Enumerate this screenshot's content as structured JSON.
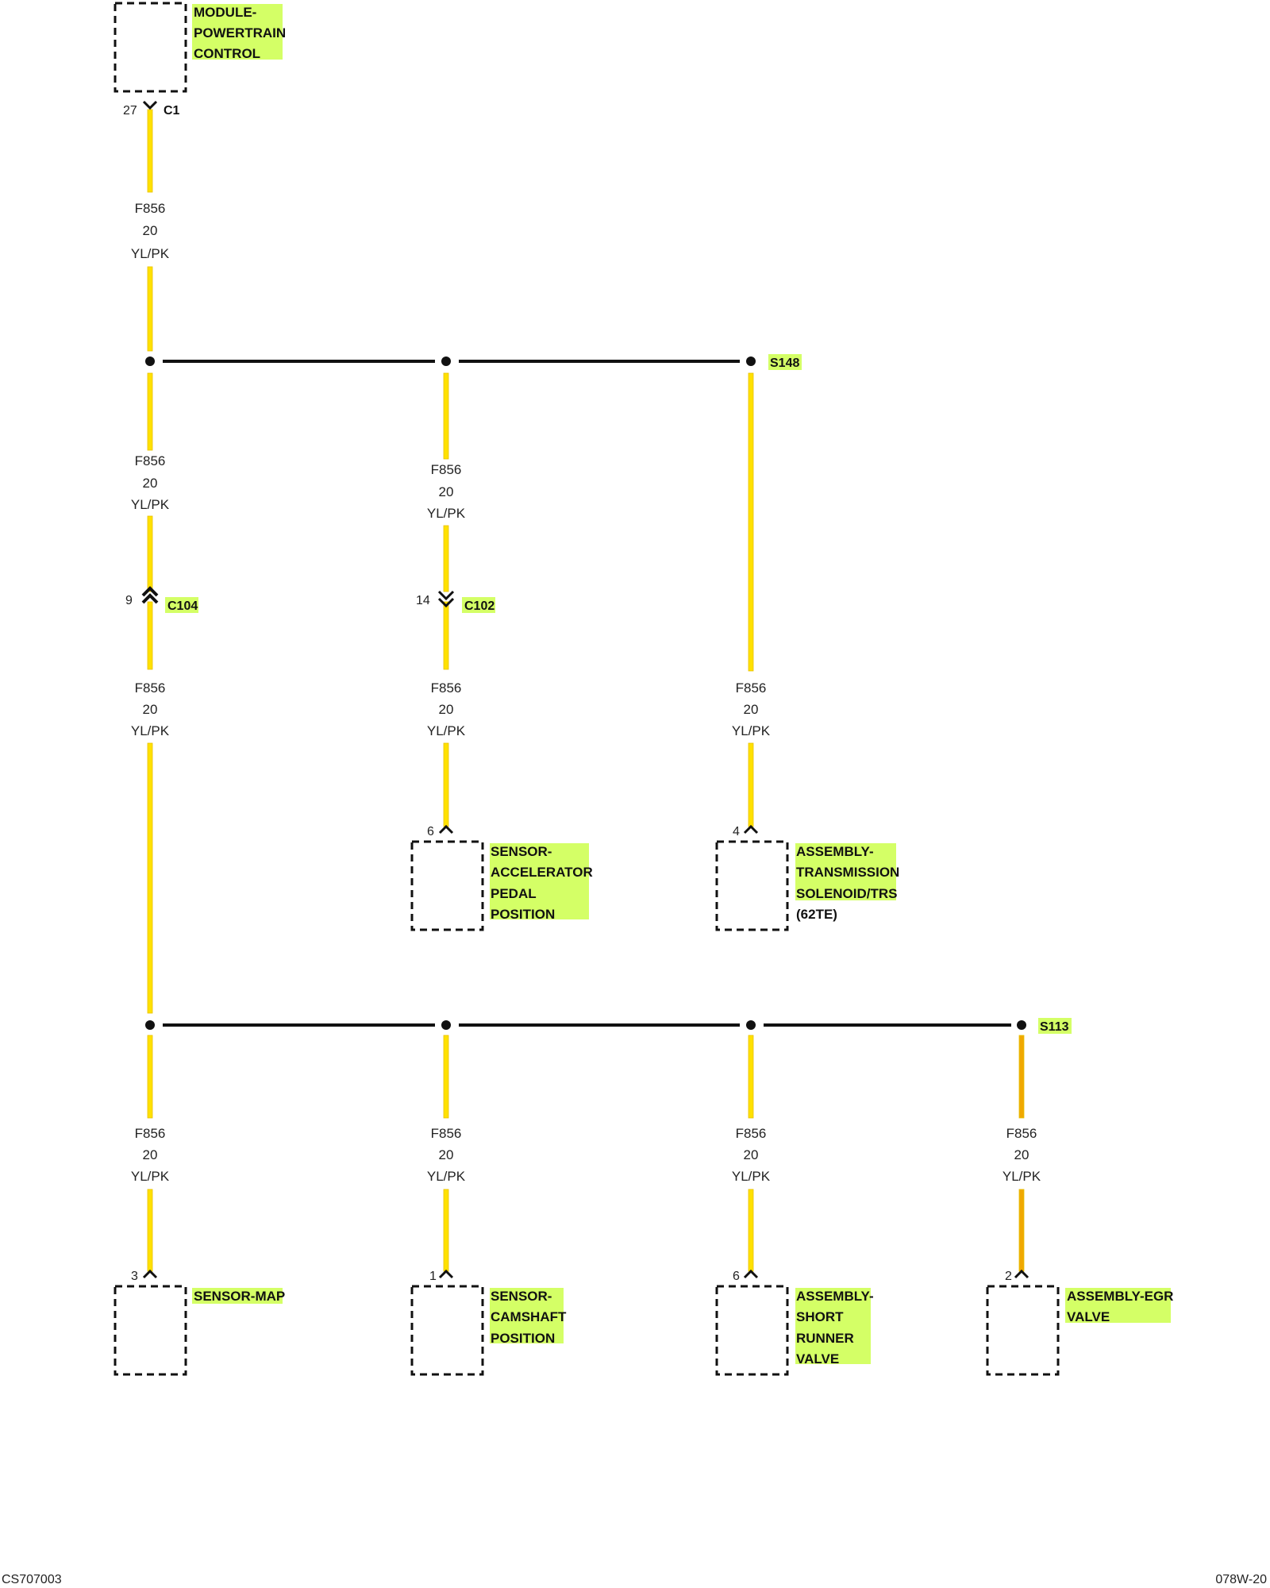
{
  "colors": {
    "wire": "#ffe100",
    "wire_edge": "#e8c000",
    "egr_wire_core": "#f0a800",
    "highlight": "#d4ff66",
    "bus": "#111111",
    "box": "#111111"
  },
  "modules": {
    "pcm": {
      "lines": [
        "MODULE-",
        "POWERTRAIN",
        "CONTROL"
      ],
      "pin": "27",
      "connector": "C1"
    },
    "app": {
      "lines": [
        "SENSOR-",
        "ACCELERATOR",
        "PEDAL",
        "POSITION"
      ],
      "pin": "6"
    },
    "trs": {
      "lines": [
        "ASSEMBLY-",
        "TRANSMISSION",
        "SOLENOID/TRS"
      ],
      "extra": "(62TE)",
      "pin": "4"
    },
    "map": {
      "lines": [
        "SENSOR-MAP"
      ],
      "pin": "3"
    },
    "cmp": {
      "lines": [
        "SENSOR-",
        "CAMSHAFT",
        "POSITION"
      ],
      "pin": "1"
    },
    "srv": {
      "lines": [
        "ASSEMBLY-",
        "SHORT",
        "RUNNER",
        "VALVE"
      ],
      "pin": "6"
    },
    "egr": {
      "lines": [
        "ASSEMBLY-EGR",
        "VALVE"
      ],
      "pin": "2"
    }
  },
  "wire": {
    "circuit": "F856",
    "gauge": "20",
    "color": "YL/PK"
  },
  "splices": {
    "top": "S148",
    "bottom": "S113"
  },
  "inline_connectors": {
    "c104": {
      "pin": "9",
      "name": "C104"
    },
    "c102": {
      "pin": "14",
      "name": "C102"
    }
  },
  "footer": {
    "left": "CS707003",
    "right": "078W-20"
  }
}
